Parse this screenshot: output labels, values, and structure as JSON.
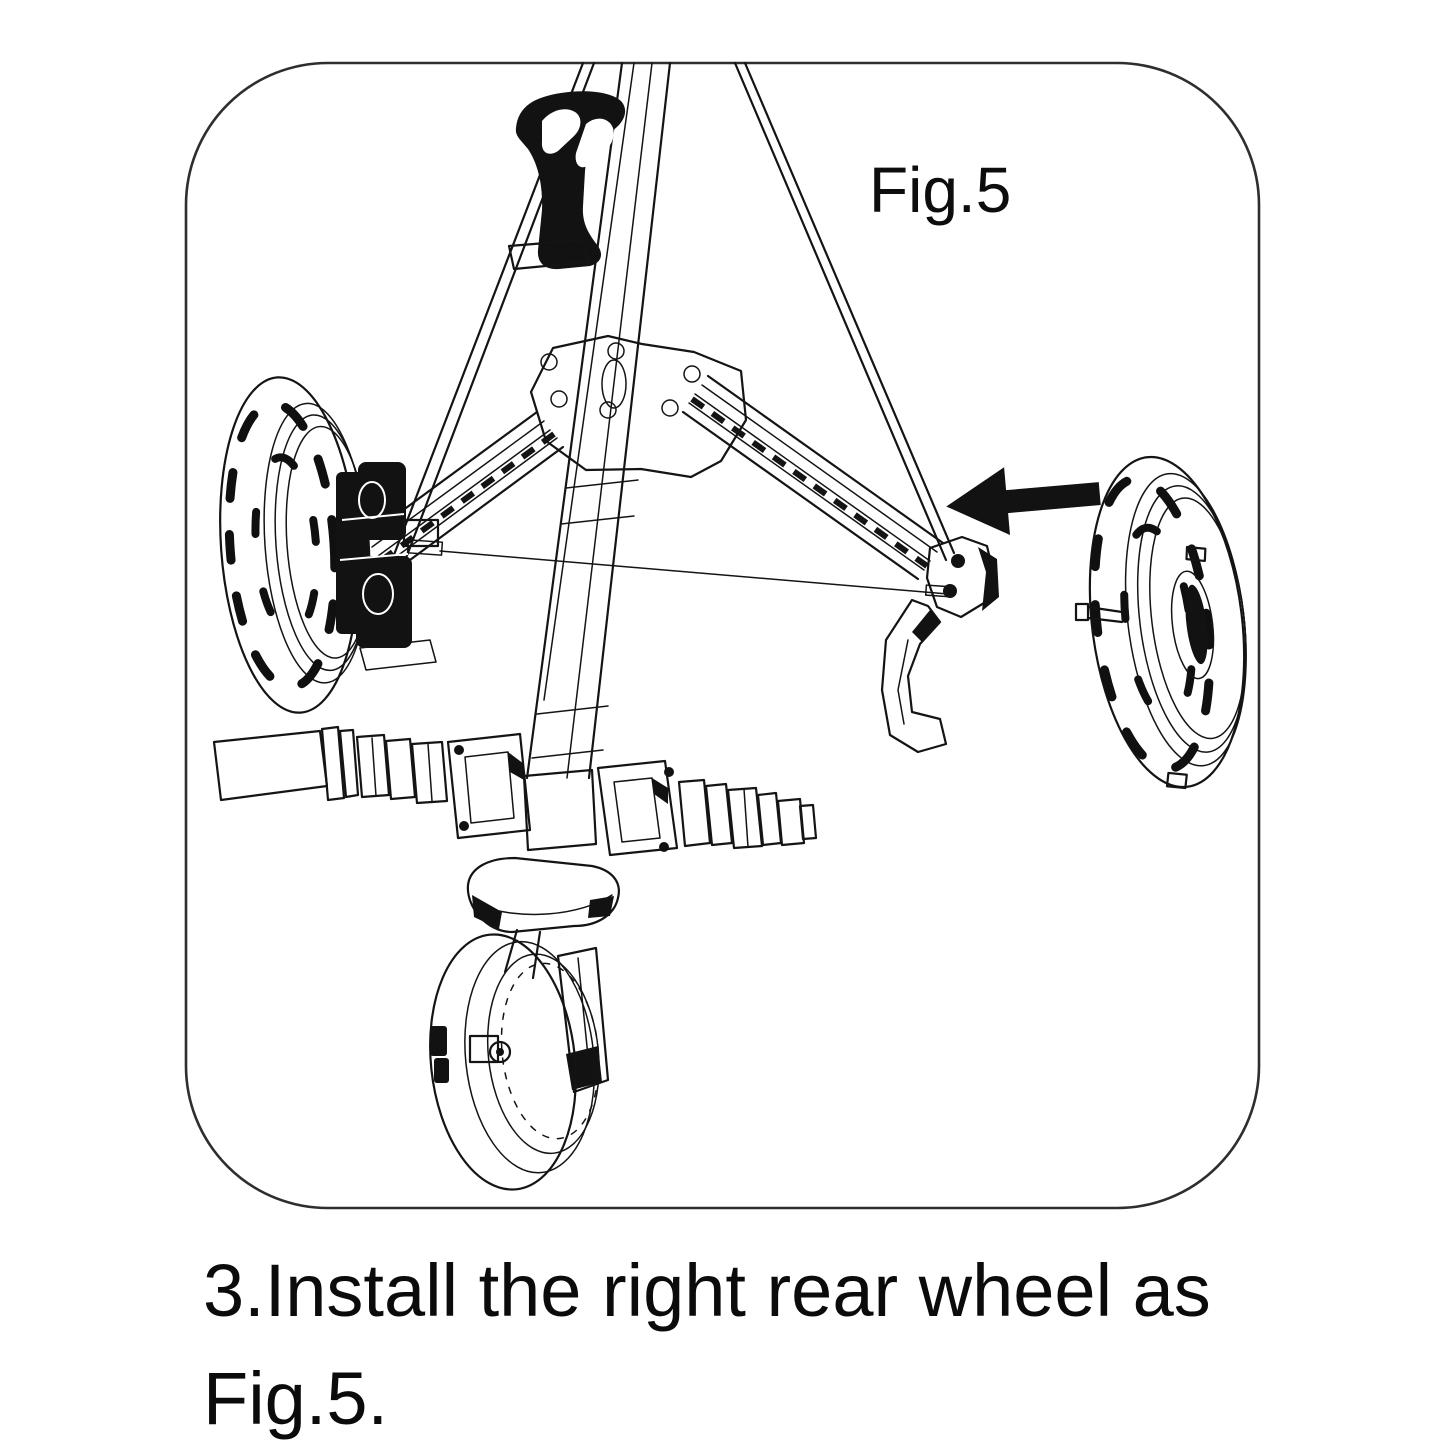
{
  "page": {
    "background_color": "#ffffff",
    "ink_color": "#141414"
  },
  "figure": {
    "label": "Fig.5",
    "subject": "three-wheel golf push cart with right rear wheel detached",
    "arrow": {
      "direction": "left",
      "color": "#121212"
    }
  },
  "caption": {
    "full_text": "3.Install the right rear wheel as Fig.5.",
    "lines": [
      "3.Install the right rear wheel as",
      "Fig.5."
    ]
  }
}
